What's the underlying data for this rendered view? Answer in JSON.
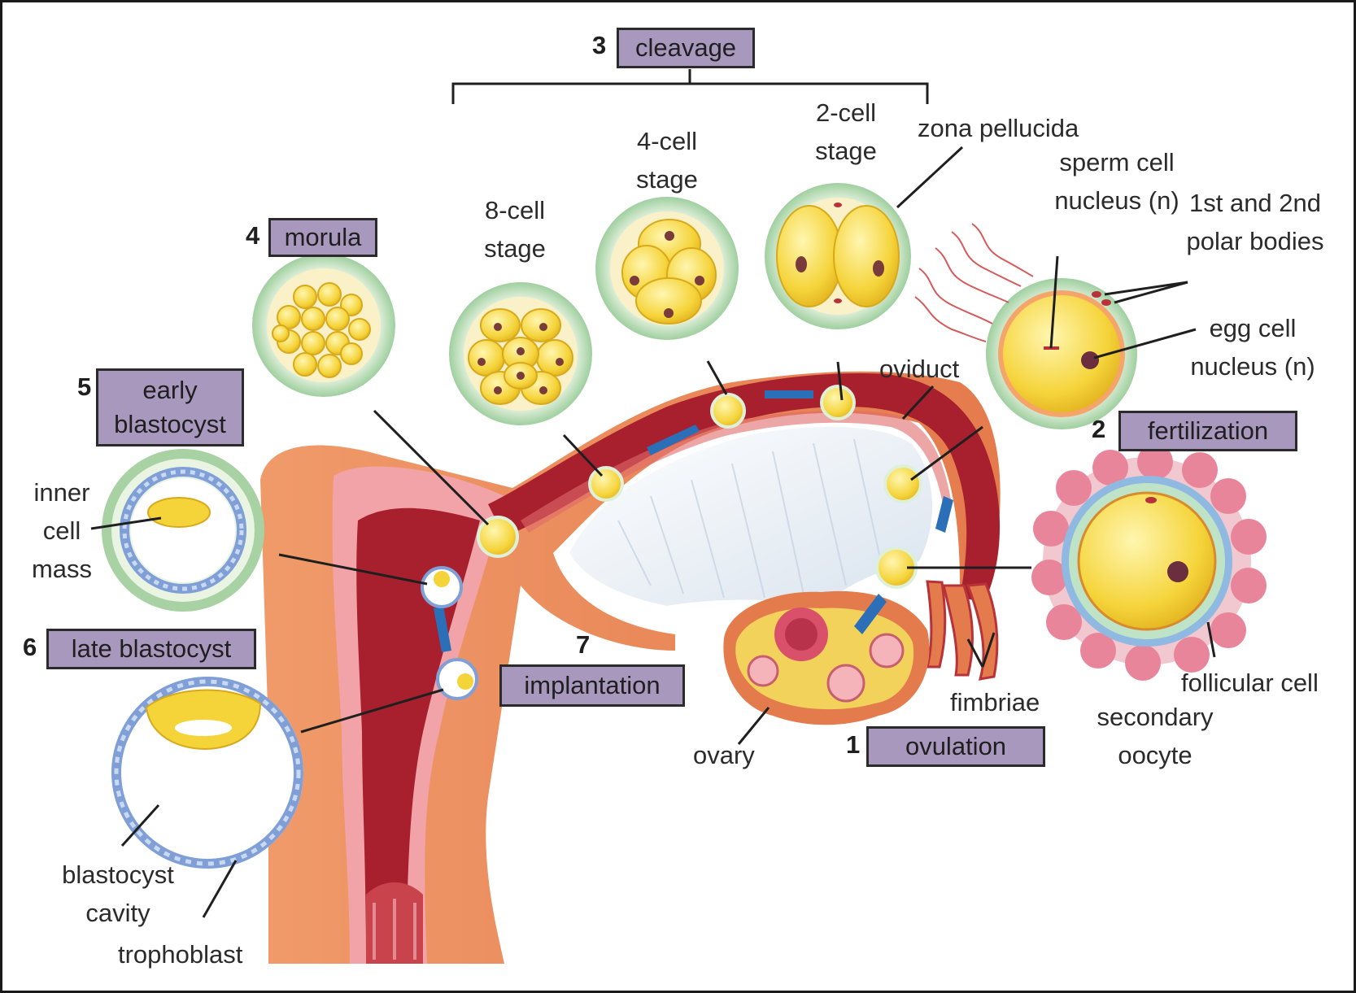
{
  "steps": [
    {
      "number": "1",
      "label": "ovulation"
    },
    {
      "number": "2",
      "label": "fertilization"
    },
    {
      "number": "3",
      "label": "cleavage"
    },
    {
      "number": "4",
      "label": "morula"
    },
    {
      "number": "5",
      "label": "early blastocyst"
    },
    {
      "number": "6",
      "label": "late blastocyst"
    },
    {
      "number": "7",
      "label": "implantation"
    }
  ],
  "labels": {
    "zona_pellucida": "zona pellucida",
    "two_cell": "2-cell stage",
    "four_cell": "4-cell stage",
    "eight_cell": "8-cell stage",
    "sperm_nucleus": "sperm cell nucleus (n)",
    "polar_bodies": "1st and 2nd polar bodies",
    "egg_nucleus": "egg cell nucleus (n)",
    "oviduct": "oviduct",
    "inner_cell_mass": "inner cell mass",
    "follicular_cell": "follicular cell",
    "secondary_oocyte": "secondary oocyte",
    "fimbriae": "fimbriae",
    "ovary": "ovary",
    "blastocyst_cavity": "blastocyst cavity",
    "trophoblast": "trophoblast"
  },
  "colors": {
    "step_box": "#a898bd",
    "uterus": "#e8875a",
    "uterine_lining": "#b8323a",
    "cell_yellow": "#f5d43a",
    "zona_green": "#b9dbb8",
    "trophoblast_blue": "#7f9fd6"
  }
}
